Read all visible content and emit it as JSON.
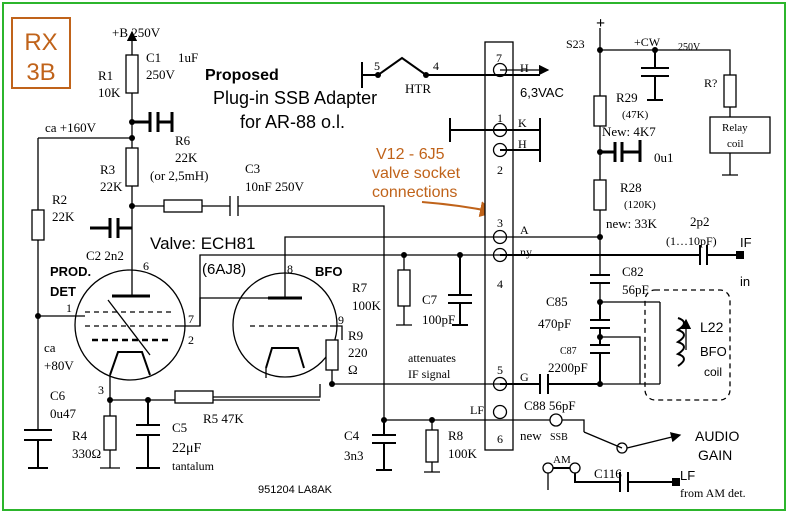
{
  "badge": {
    "line1": "RX",
    "line2": "3B"
  },
  "title": {
    "line1": "Proposed",
    "line2": "Plug-in SSB Adapter",
    "line3": "for AR-88 o.l."
  },
  "valve_note": {
    "line1": "V12 - 6J5",
    "line2": "valve socket",
    "line3": "connections"
  },
  "valve": {
    "label": "Valve: ECH81",
    "alt": "(6AJ8)",
    "section_prod": "PROD.",
    "section_det": "DET",
    "section_bfo": "BFO"
  },
  "supply": {
    "b_plus": "+B 250V",
    "ca160": "ca +160V",
    "ca80_1": "ca",
    "ca80_2": "+80V"
  },
  "components": {
    "C1": "C1",
    "C1_val": "1uF",
    "C1_v": "250V",
    "R1": "R1",
    "R1_val": "10K",
    "R6": "R6",
    "R6_val": "22K",
    "R6_alt": "(or 2,5mH)",
    "C3": "C3",
    "C3_val": "10nF 250V",
    "R3": "R3",
    "R3_val": "22K",
    "R2": "R2",
    "R2_val": "22K",
    "C2": "C2 2n2",
    "C6": "C6",
    "C6_val": "0u47",
    "R4": "R4",
    "R4_val": "330Ω",
    "C5": "C5",
    "C5_val": "22μF",
    "C5_type": "tantalum",
    "R5": "R5 47K",
    "R7": "R7",
    "R7_val": "100K",
    "C7": "C7",
    "C7_val": "100pF",
    "R9": "R9",
    "R9_val": "220",
    "R9_unit": "Ω",
    "C4": "C4",
    "C4_val": "3n3",
    "R8": "R8",
    "R8_val": "100K",
    "R29": "R29",
    "R29_old": "(47K)",
    "R29_new": "New: 4K7",
    "R28": "R28",
    "R28_old": "(120K)",
    "R28_new": "new: 33K",
    "C0u1": "0u1",
    "C2p2": "2p2",
    "C2p2_range": "(1…10pF)",
    "C82": "C82",
    "C82_val": "56pF",
    "C85": "C85",
    "C85_val": "470pF",
    "C87": "C87",
    "C87_val": "2200pF",
    "C88": "C88 56pF",
    "L22": "L22",
    "L22_lbl1": "BFO",
    "L22_lbl2": "coil",
    "C116": "C116",
    "Rq": "R?",
    "relay1": "Relay",
    "relay2": "coil"
  },
  "notes": {
    "attenuates1": "attenuates",
    "attenuates2": "IF signal",
    "date": "951204 LA8AK"
  },
  "pins": {
    "p7": "7",
    "p1": "1",
    "p2": "2",
    "p3": "3",
    "p4": "4",
    "p5": "5",
    "p6": "6",
    "H_top": "H",
    "K": "K",
    "H2": "H",
    "A": "A",
    "ny": "ny",
    "G": "G",
    "LF": "LF",
    "tube_p6": "6",
    "tube_p1": "1",
    "tube_p7": "7",
    "tube_p2": "2",
    "tube_p3": "3",
    "tube_p8": "8",
    "tube_p9": "9"
  },
  "heater": {
    "p5": "5",
    "p4": "4",
    "htr": "HTR",
    "vac": "6,3VAC"
  },
  "switches": {
    "S23": "S23",
    "plus": "+",
    "cw": "+CW",
    "cw_v": "250V",
    "new": "new",
    "ssb": "SSB",
    "am": "AM"
  },
  "outputs": {
    "IF": "IF",
    "in": "in",
    "audio1": "AUDIO",
    "audio2": "GAIN",
    "lf": "LF",
    "from_am": "from AM det."
  },
  "colors": {
    "frame": "#2cb52c",
    "accent": "#c0631a"
  }
}
